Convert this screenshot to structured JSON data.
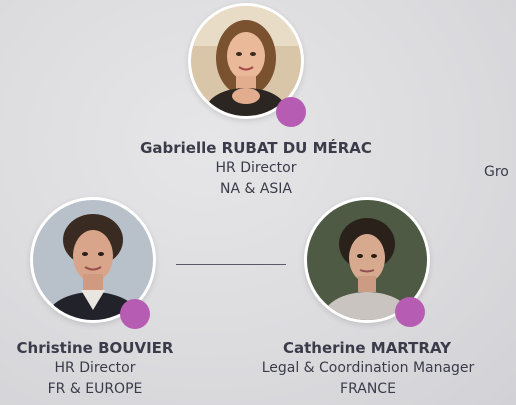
{
  "people": [
    {
      "first_name": "Gabrielle",
      "last_name": "RUBAT DU MÉRAC",
      "title": "HR Director",
      "region": "NA & ASIA"
    },
    {
      "first_name": "Christine",
      "last_name": "BOUVIER",
      "title": "HR Director",
      "region": "FR & EUROPE"
    },
    {
      "first_name": "Catherine",
      "last_name": "MARTRAY",
      "title": "Legal & Coordination Manager",
      "region": "FRANCE"
    }
  ],
  "partial_text": "Gro",
  "colors": {
    "badge": "#b65db3",
    "text": "#3b3b4a",
    "background": "#dcdcdf"
  }
}
